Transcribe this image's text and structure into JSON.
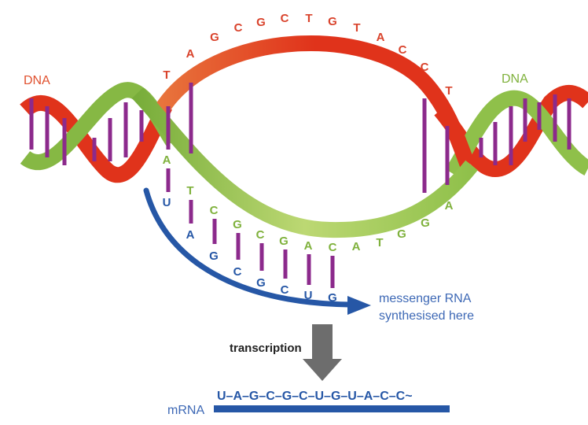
{
  "labels": {
    "dna_left": "DNA",
    "dna_right": "DNA",
    "messenger_line1": "messenger RNA",
    "messenger_line2": "synthesised here",
    "transcription": "transcription",
    "mrna": "mRNA",
    "mrna_sequence": "U–A–G–C–G–C–U–G–U–A–C–C~"
  },
  "template_strand_bases": [
    "T",
    "A",
    "G",
    "C",
    "G",
    "C",
    "T",
    "G",
    "T",
    "A",
    "C",
    "C",
    "T"
  ],
  "coding_strand_bases": [
    "A",
    "T",
    "C",
    "G",
    "C",
    "G",
    "A",
    "C",
    "A",
    "T",
    "G",
    "G",
    "A"
  ],
  "rna_bases": [
    "U",
    "A",
    "G",
    "C",
    "G",
    "C",
    "U",
    "G"
  ],
  "colors": {
    "red_strand": "#e0331b",
    "orange_strand": "#e8703a",
    "green_strand": "#78ad3a",
    "light_green_strand": "#b8d56c",
    "rung": "#8c2a8c",
    "rna_blue": "#2657a6",
    "arrow_gray": "#6d6d6d"
  }
}
